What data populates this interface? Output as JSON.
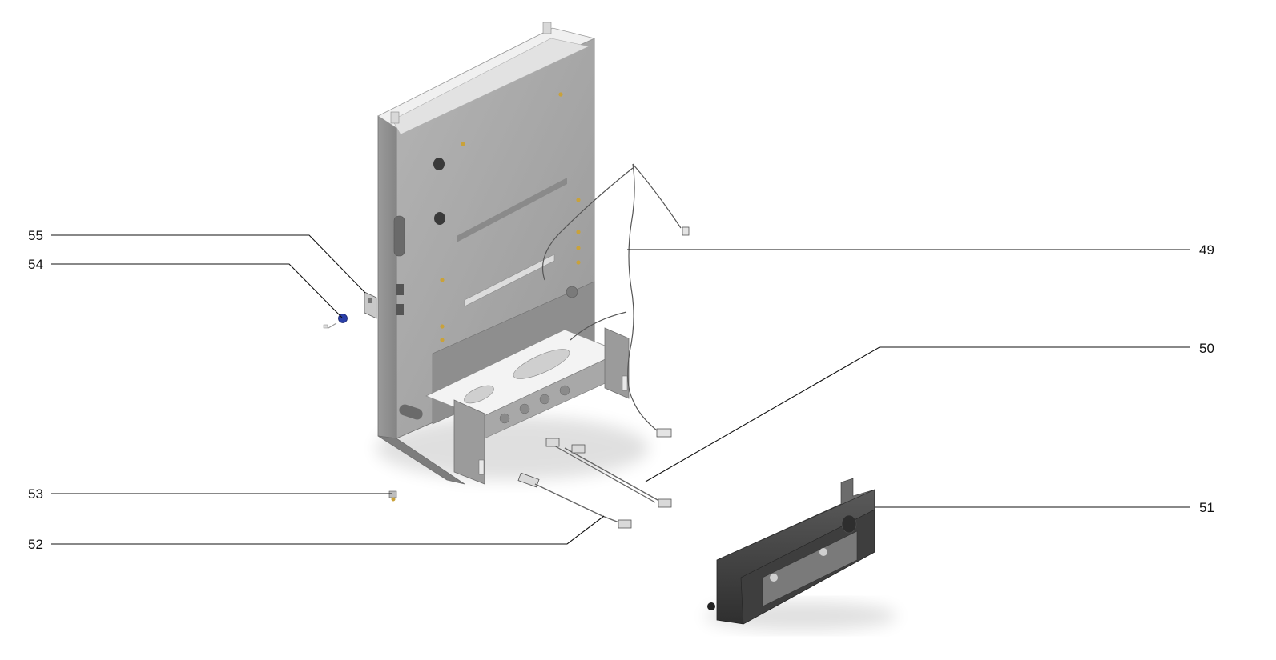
{
  "diagram": {
    "callouts": [
      {
        "id": "55",
        "label": "55"
      },
      {
        "id": "54",
        "label": "54"
      },
      {
        "id": "53",
        "label": "53"
      },
      {
        "id": "52",
        "label": "52"
      },
      {
        "id": "49",
        "label": "49"
      },
      {
        "id": "50",
        "label": "50"
      },
      {
        "id": "51",
        "label": "51"
      }
    ]
  },
  "colors": {
    "frame_face": "#a7a7a7",
    "frame_side": "#8c8c8c",
    "frame_top": "#f2f2f2",
    "module_dark": "#4a4a4a",
    "accent_blue": "#2a3fa8",
    "brass": "#c9a23a"
  }
}
